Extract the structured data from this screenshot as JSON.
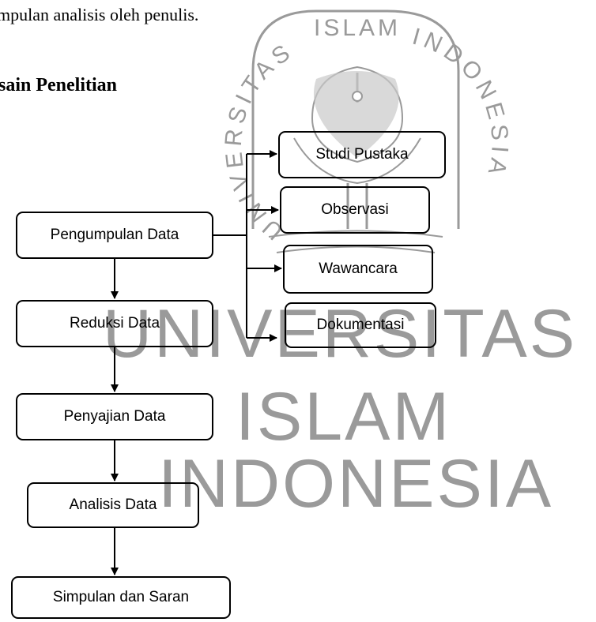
{
  "document": {
    "intro_line": "mpulan analisis oleh penulis.",
    "section_heading": "sain Penelitian"
  },
  "watermark": {
    "arc_top": "ISLAM",
    "arc_left": "UNIVERSITAS",
    "arc_right": "INDONESIA",
    "line1": "UNIVERSITAS",
    "line2": "ISLAM",
    "line3": "INDONESIA",
    "color": "#9a9a9a"
  },
  "flow": {
    "steps": [
      "Pengumpulan Data",
      "Reduksi Data",
      "Penyajian Data",
      "Analisis Data",
      "Simpulan dan Saran"
    ],
    "methods": [
      "Studi Pustaka",
      "Observasi",
      "Wawancara",
      "Dokumentasi"
    ],
    "line_color": "#000000"
  }
}
